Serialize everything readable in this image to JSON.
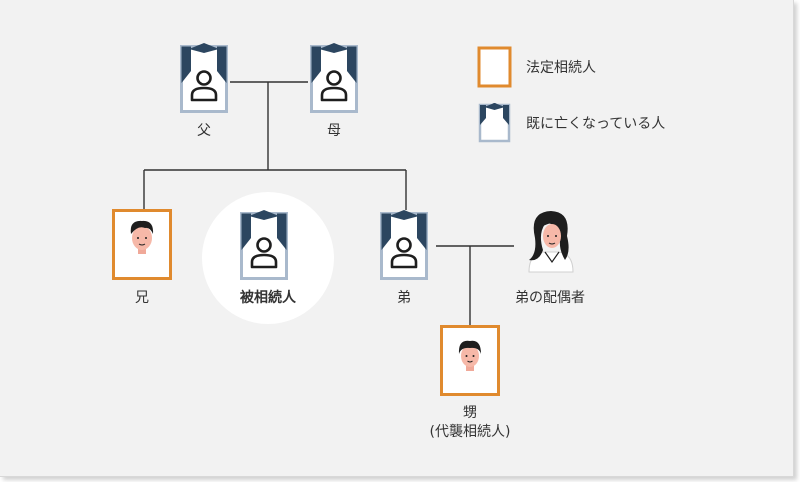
{
  "people": {
    "father": "父",
    "mother": "母",
    "elder_brother": "兄",
    "deceased": "被相続人",
    "younger_brother": "弟",
    "brothers_spouse": "弟の配偶者",
    "nephew": "甥",
    "nephew_note": "(代襲相続人)"
  },
  "legend": {
    "legal_heir": "法定相続人",
    "deceased_person": "既に亡くなっている人"
  },
  "colors": {
    "heir_frame": "#e08a2e",
    "deceased_frame": "#a9b9cc",
    "ribbon": "#2c4660",
    "line": "#333333",
    "background": "#f2f2f2",
    "highlight": "#ffffff"
  }
}
